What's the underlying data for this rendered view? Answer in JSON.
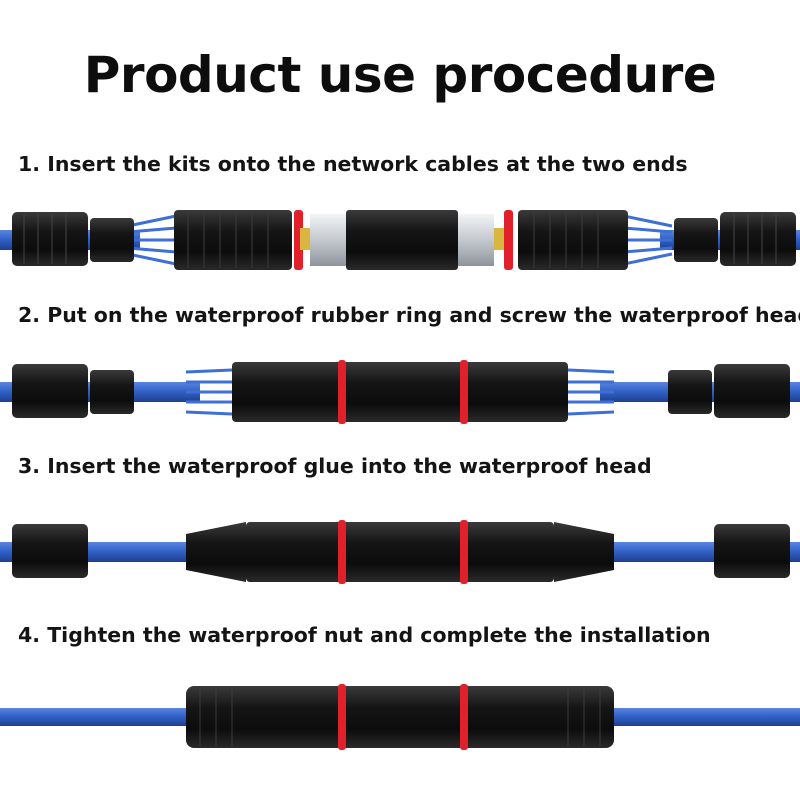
{
  "page": {
    "title": "Product use procedure"
  },
  "steps": [
    {
      "number": "1.",
      "caption": "Insert the kits onto the network cables at the two ends"
    },
    {
      "number": "2.",
      "caption": "Put on the waterproof rubber ring and screw the waterproof head"
    },
    {
      "number": "3.",
      "caption": "Insert the waterproof glue into the waterproof head"
    },
    {
      "number": "4.",
      "caption": "Tighten the waterproof nut and complete the installation"
    }
  ],
  "colors": {
    "cable": "#2f5fc4",
    "connector_body": "#161616",
    "seal_ring": "#e0202a",
    "coupler_metal": "#cfd3d8",
    "contacts": "#d8b640"
  }
}
